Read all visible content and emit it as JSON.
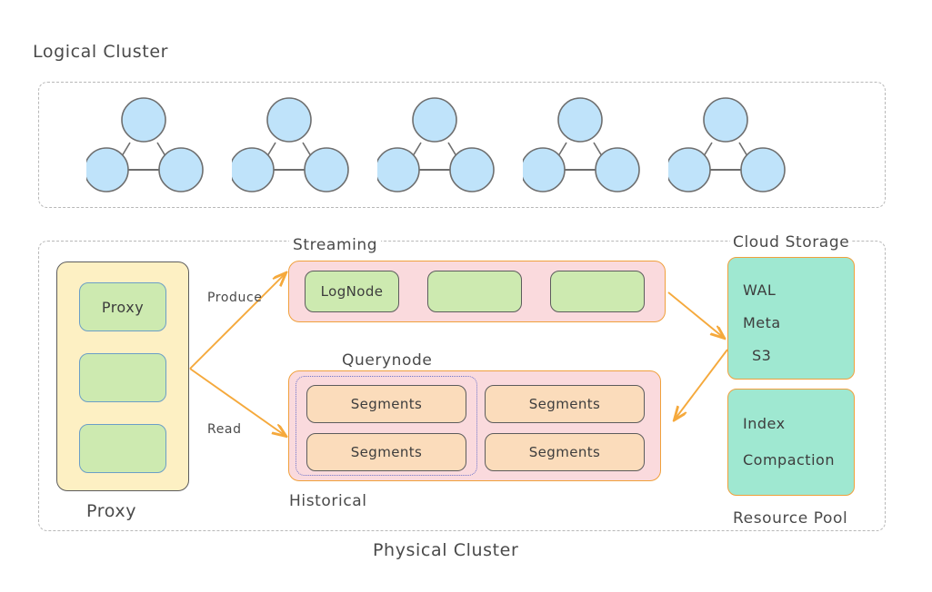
{
  "logical": {
    "title": "Logical Cluster",
    "cluster_count": 5,
    "node_shape": "circle",
    "nodes_per_cluster": 3,
    "node_fill": "#bfe3fa",
    "node_stroke": "#6e6e6e",
    "edge_stroke": "#6e6e6e"
  },
  "physical": {
    "caption": "Physical Cluster",
    "proxy": {
      "caption": "Proxy",
      "container_fill": "#fdf0c3",
      "container_stroke": "#5c5c5c",
      "slots": [
        {
          "label": "Proxy"
        },
        {
          "label": ""
        },
        {
          "label": ""
        }
      ]
    },
    "streaming": {
      "label": "Streaming",
      "container_fill": "#fadadd",
      "container_stroke": "#f0a03c",
      "slots": [
        {
          "label": "LogNode"
        },
        {
          "label": ""
        },
        {
          "label": ""
        }
      ]
    },
    "historical": {
      "label": "Historical",
      "subgroup_label": "Querynode",
      "subgroup_stroke": "#6f74c9",
      "container_fill": "#fadadd",
      "container_stroke": "#f0a03c",
      "segments": [
        {
          "label": "Segments"
        },
        {
          "label": "Segments"
        },
        {
          "label": "Segments"
        },
        {
          "label": "Segments"
        }
      ]
    },
    "cloud_storage": {
      "label": "Cloud Storage",
      "fill": "#9fe8d1",
      "stroke": "#f0a03c",
      "lines": [
        "WAL",
        "Meta",
        "S3"
      ]
    },
    "resource_pool": {
      "label": "Resource Pool",
      "fill": "#9fe8d1",
      "stroke": "#f0a03c",
      "lines": [
        "Index",
        "Compaction"
      ]
    },
    "arrows": {
      "stroke": "#f5a93c",
      "produce_label": "Produce",
      "read_label": "Read"
    }
  }
}
